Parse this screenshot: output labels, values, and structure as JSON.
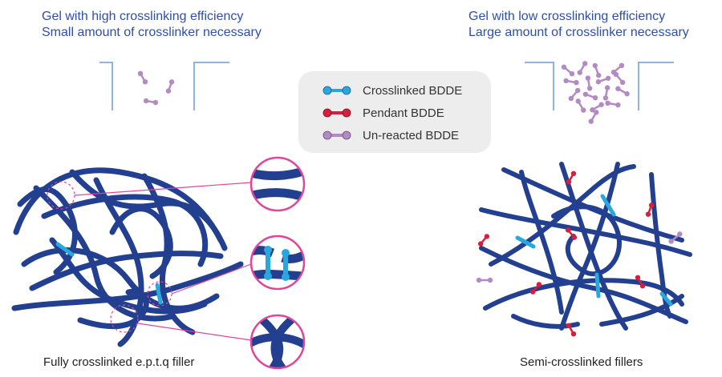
{
  "left_panel": {
    "heading_line1": "Gel with high crosslinking efficiency",
    "heading_line2": "Small amount of crosslinker necessary",
    "caption": "Fully crosslinked e.p.t.q filler"
  },
  "right_panel": {
    "heading_line1": "Gel with low crosslinking efficiency",
    "heading_line2": "Large amount of crosslinker necessary",
    "caption": "Semi-crosslinked fillers"
  },
  "legend": {
    "items": [
      {
        "label": "Crosslinked BDDE",
        "color": "#29a8dd"
      },
      {
        "label": "Pendant BDDE",
        "color": "#d81e3c"
      },
      {
        "label": "Un-reacted BDDE",
        "color": "#b48ac4"
      }
    ]
  },
  "colors": {
    "fiber": "#233f8f",
    "heading": "#2f4fa8",
    "callout": "#e2449a",
    "container": "#93b3df"
  }
}
